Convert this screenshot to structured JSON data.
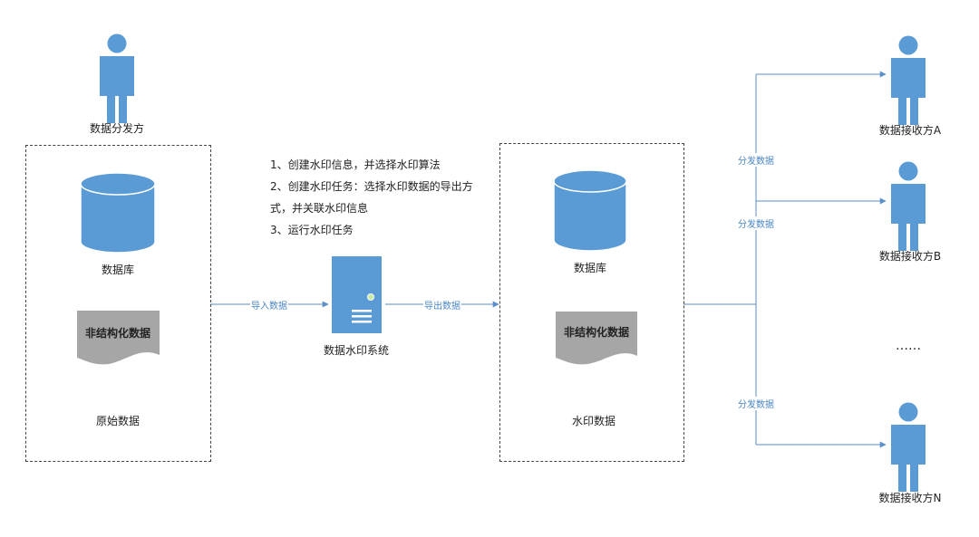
{
  "colors": {
    "accent": "#5b9bd5",
    "line": "#5b8fc7",
    "doc_gray": "#a6a6a6",
    "text": "#222222"
  },
  "distributor": {
    "label": "数据分发方",
    "icon": "person-icon"
  },
  "source_box": {
    "database_label": "数据库",
    "unstructured_label": "非结构化数据",
    "caption": "原始数据"
  },
  "steps": [
    "1、创建水印信息，并选择水印算法",
    "2、创建水印任务：选择水印数据的导出方式，并关联水印信息",
    "3、运行水印任务"
  ],
  "system": {
    "label": "数据水印系统",
    "icon": "server-icon"
  },
  "edges": {
    "import": "导入数据",
    "export": "导出数据",
    "distribute": "分发数据"
  },
  "watermark_box": {
    "database_label": "数据库",
    "unstructured_label": "非结构化数据",
    "caption": "水印数据"
  },
  "receivers": [
    {
      "label": "数据接收方A",
      "icon": "person-icon"
    },
    {
      "label": "数据接收方B",
      "icon": "person-icon"
    },
    {
      "label": "数据接收方N",
      "icon": "person-icon"
    }
  ],
  "ellipsis": "……"
}
